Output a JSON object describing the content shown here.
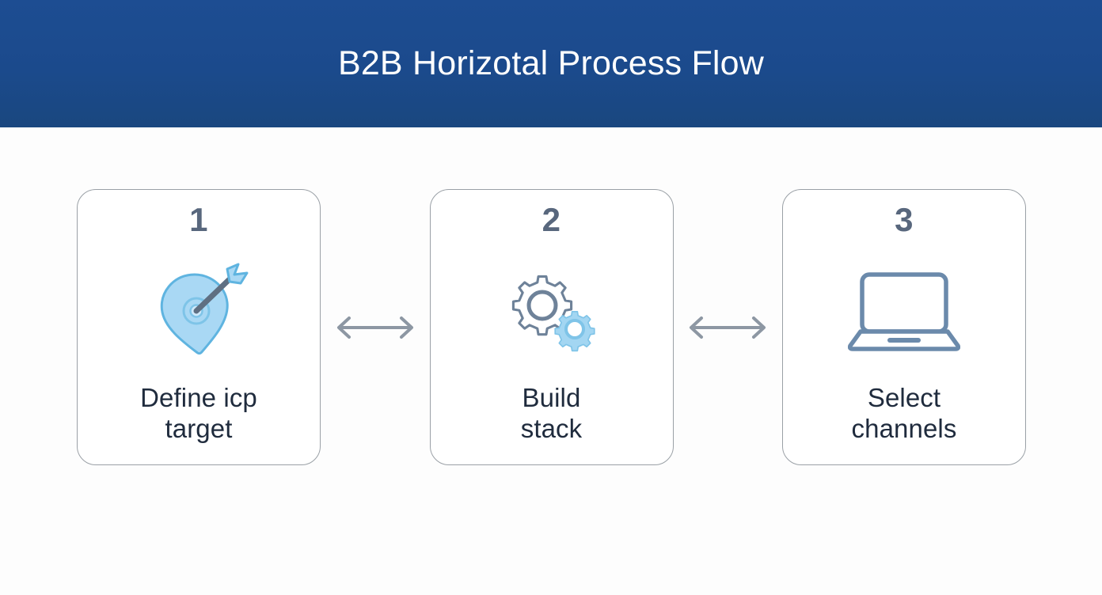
{
  "header": {
    "title": "B2B Horizotal Process Flow",
    "background_color": "#1c4b8f",
    "text_color": "#ffffff"
  },
  "page": {
    "background_color": "#fdfdfd"
  },
  "theme": {
    "card_background": "#ffffff",
    "card_border_color": "#9aa0a6",
    "number_color": "#58677d",
    "label_color": "#1f2b3d",
    "icon_accent_light_blue": "#a3d6f2",
    "icon_outline_gray": "#6e8299",
    "icon_outline_steel": "#6b8aab",
    "connector_color": "#8d97a3"
  },
  "flow": {
    "connector_icon": "double-headed-arrow-icon",
    "steps": [
      {
        "number": "1",
        "icon": "target-pin-arrow-icon",
        "label_line1": "Define icp",
        "label_line2": "target"
      },
      {
        "number": "2",
        "icon": "gears-icon",
        "label_line1": "Build",
        "label_line2": "stack"
      },
      {
        "number": "3",
        "icon": "laptop-icon",
        "label_line1": "Select",
        "label_line2": "channels"
      }
    ]
  }
}
